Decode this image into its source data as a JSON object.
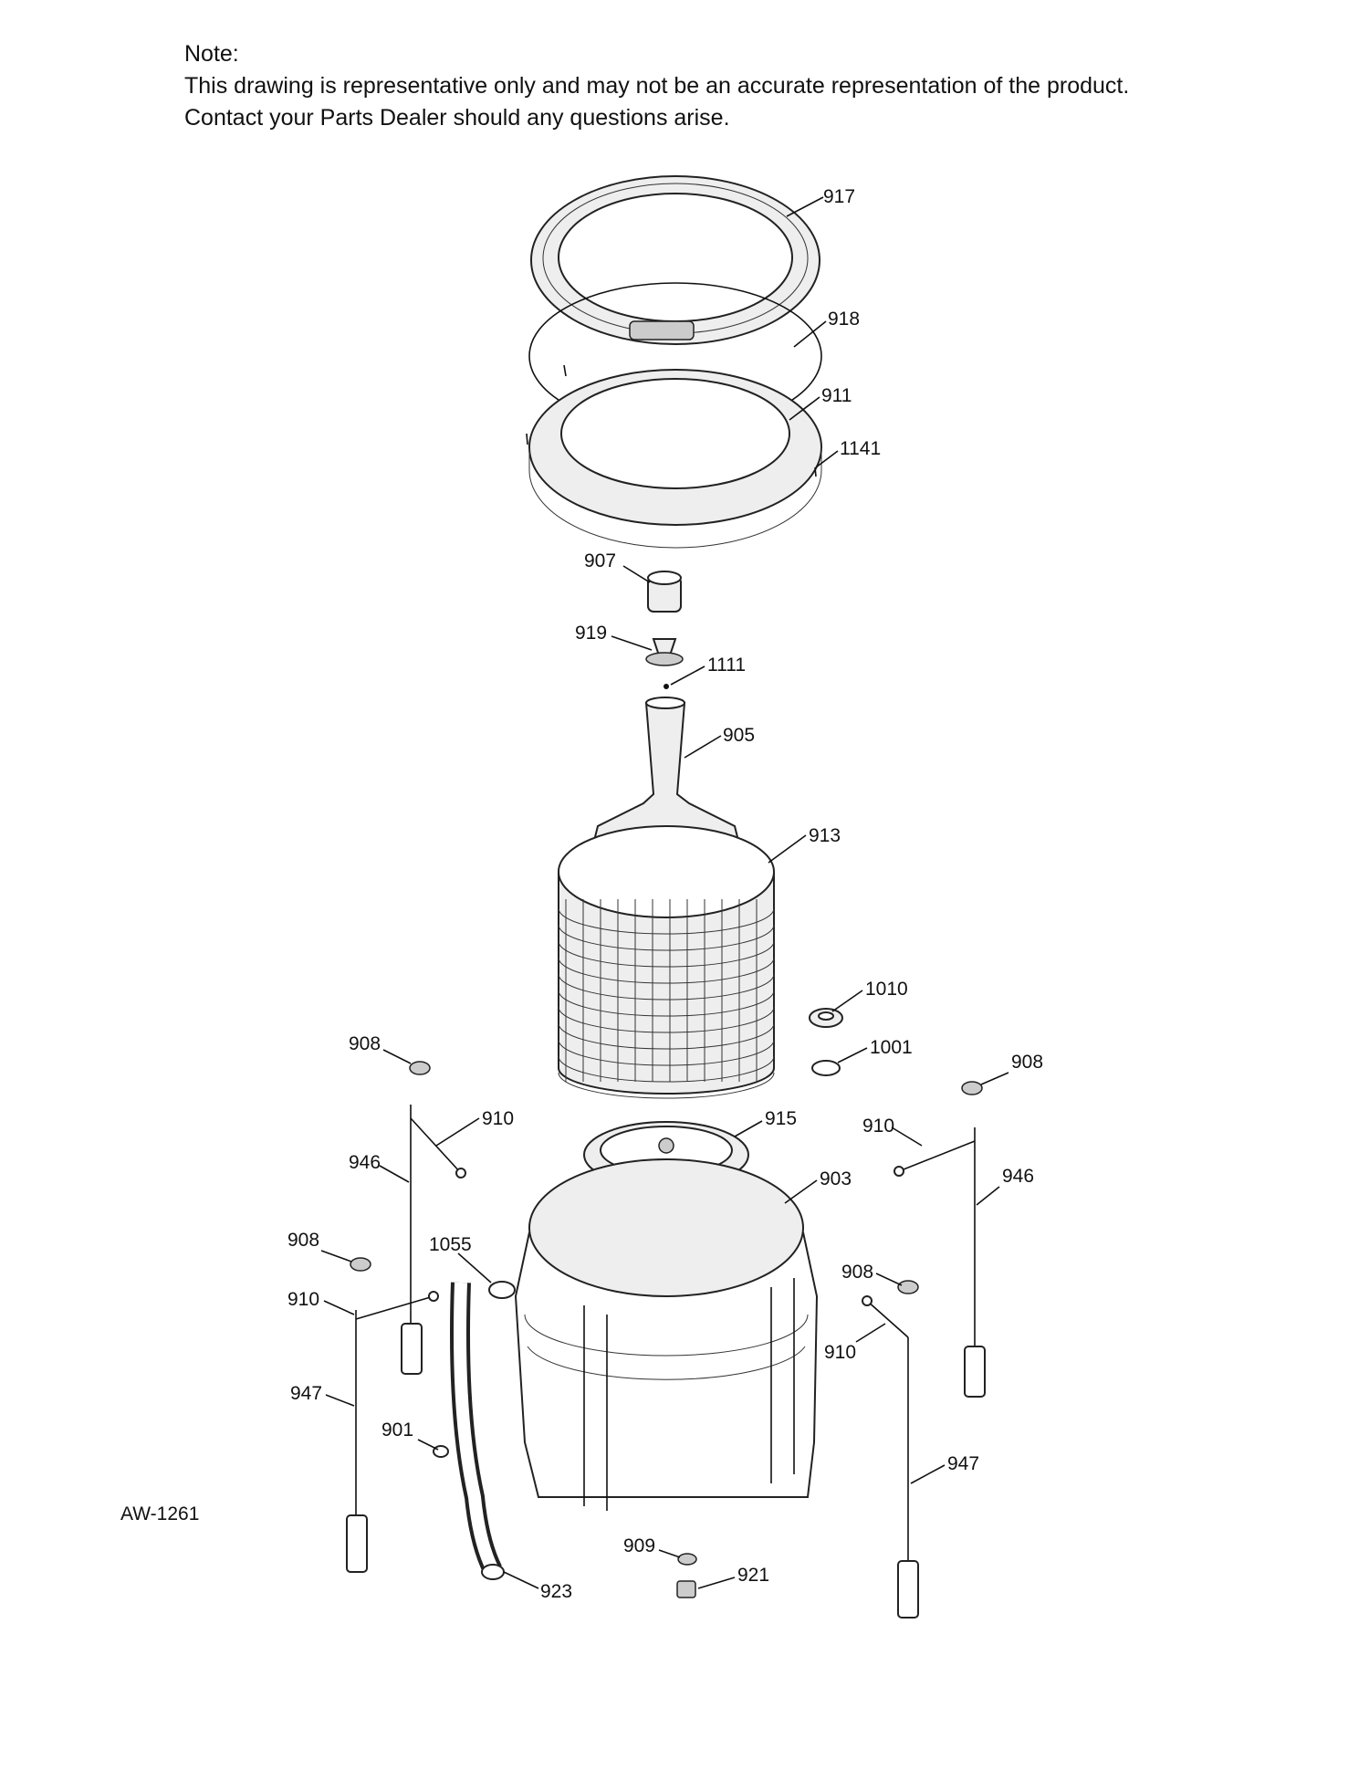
{
  "note": {
    "heading": "Note:",
    "line1": "This drawing is representative only and may not be an accurate representation of the product.",
    "line2": "Contact your Parts Dealer should any questions arise."
  },
  "drawing_code": "AW-1261",
  "part_labels": {
    "p917": "917",
    "p918": "918",
    "p911": "911",
    "p1141": "1141",
    "p907": "907",
    "p919": "919",
    "p1111": "1111",
    "p905": "905",
    "p913": "913",
    "p1010": "1010",
    "p1001": "1001",
    "p908_tl": "908",
    "p910_tl": "910",
    "p946_l": "946",
    "p908_tr": "908",
    "p910_tr": "910",
    "p946_r": "946",
    "p915": "915",
    "p903": "903",
    "p908_ml": "908",
    "p1055": "1055",
    "p910_ml": "910",
    "p908_mr": "908",
    "p910_mr": "910",
    "p947_l": "947",
    "p901": "901",
    "p947_r": "947",
    "p909": "909",
    "p921": "921",
    "p923": "923"
  }
}
